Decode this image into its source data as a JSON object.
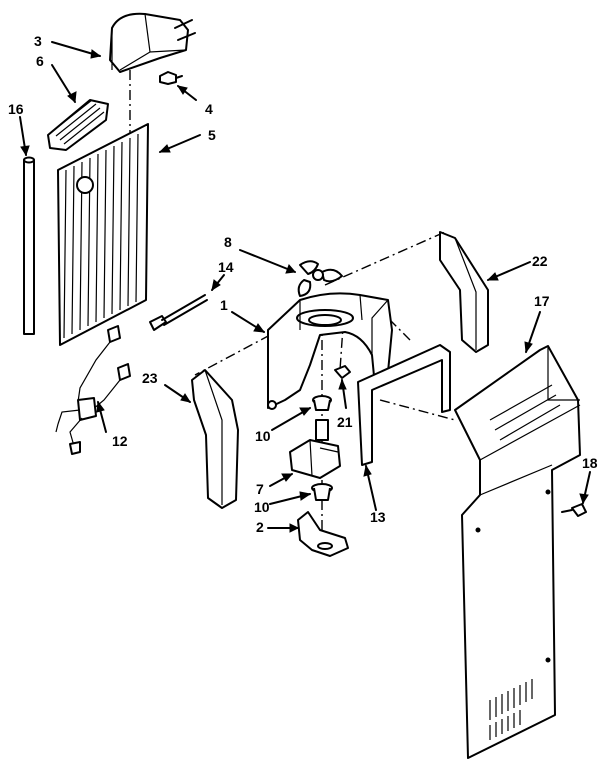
{
  "diagram": {
    "callouts": {
      "c1": "1",
      "c2": "2",
      "c3": "3",
      "c4": "4",
      "c5": "5",
      "c6": "6",
      "c7": "7",
      "c8": "8",
      "c10a": "10",
      "c10b": "10",
      "c12": "12",
      "c13": "13",
      "c14": "14",
      "c16": "16",
      "c17": "17",
      "c18": "18",
      "c21": "21",
      "c22": "22",
      "c23": "23"
    }
  }
}
